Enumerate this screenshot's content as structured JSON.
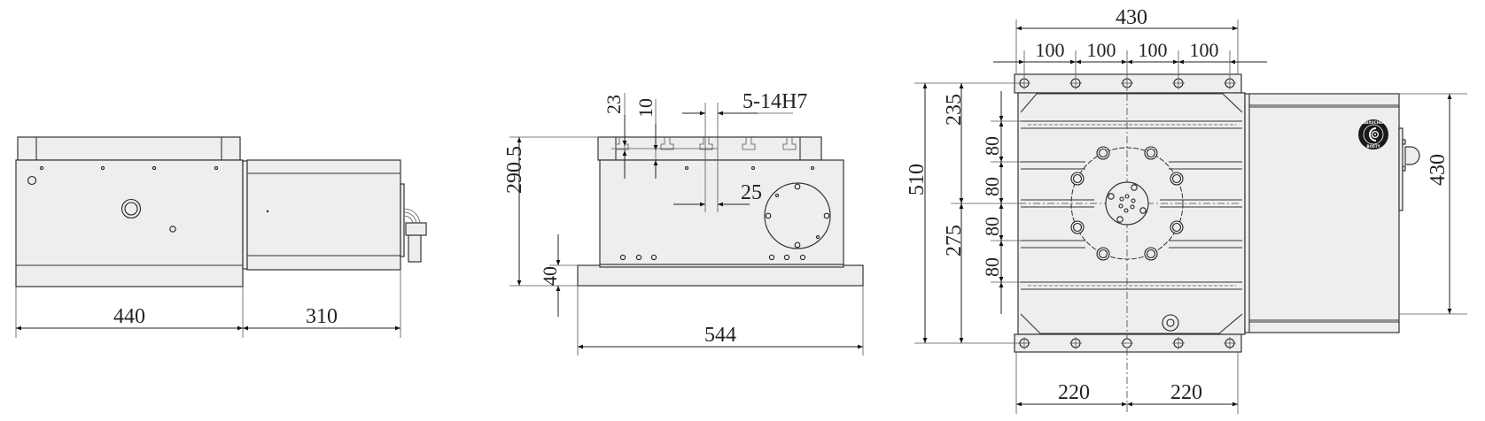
{
  "drawing": {
    "views": [
      {
        "id": "side-view",
        "dimensions": {
          "base_length": "440",
          "motor_length": "310"
        }
      },
      {
        "id": "front-view",
        "dimensions": {
          "total_height": "290.5",
          "base_height": "40",
          "width": "544",
          "slot_depth": "23",
          "slot_offset": "10",
          "slot_spec": "5-14H7",
          "slot_spacing": "25"
        }
      },
      {
        "id": "top-view",
        "dimensions": {
          "flange_width": "430",
          "hole_pitch": [
            "100",
            "100",
            "100",
            "100"
          ],
          "total_length": "510",
          "upper_length": "235",
          "lower_length": "275",
          "slot_pitch": [
            "80",
            "80",
            "80",
            "80"
          ],
          "motor_height": "430",
          "half_width_left": "220",
          "half_width_right": "220"
        },
        "logo": {
          "text": "BAIXUCHEN",
          "subtext": "BOSTY"
        }
      }
    ],
    "colors": {
      "part_fill": "#eeeeee",
      "line": "#333333",
      "background": "#ffffff"
    }
  }
}
